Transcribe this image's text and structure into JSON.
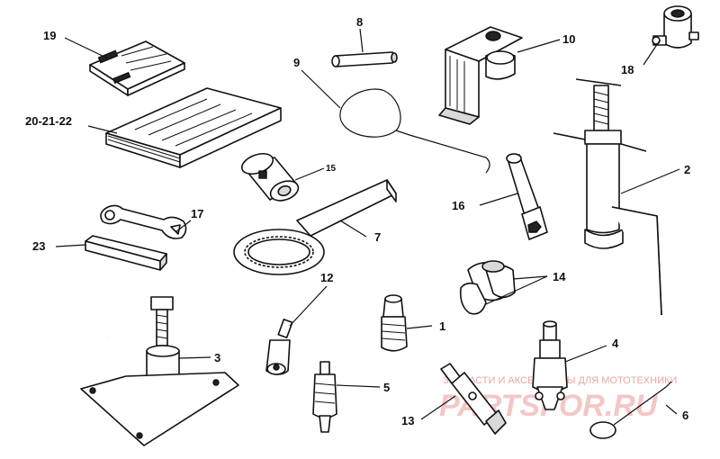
{
  "labels": {
    "l19": "19",
    "l8": "8",
    "l10": "10",
    "l18": "18",
    "l9": "9",
    "l2": "2",
    "l20": "20-21-22",
    "l15": "15",
    "l16": "16",
    "l17": "17",
    "l7": "7",
    "l23": "23",
    "l14": "14",
    "l12": "12",
    "l1": "1",
    "l3": "3",
    "l4": "4",
    "l5": "5",
    "l13": "13",
    "l6": "6"
  },
  "watermark": {
    "caption": "ЗАПЧАСТИ И АКСЕССУАРЫ ДЛЯ МОТОТЕХНИКИ",
    "logo": "PARTSFOR.RU"
  }
}
